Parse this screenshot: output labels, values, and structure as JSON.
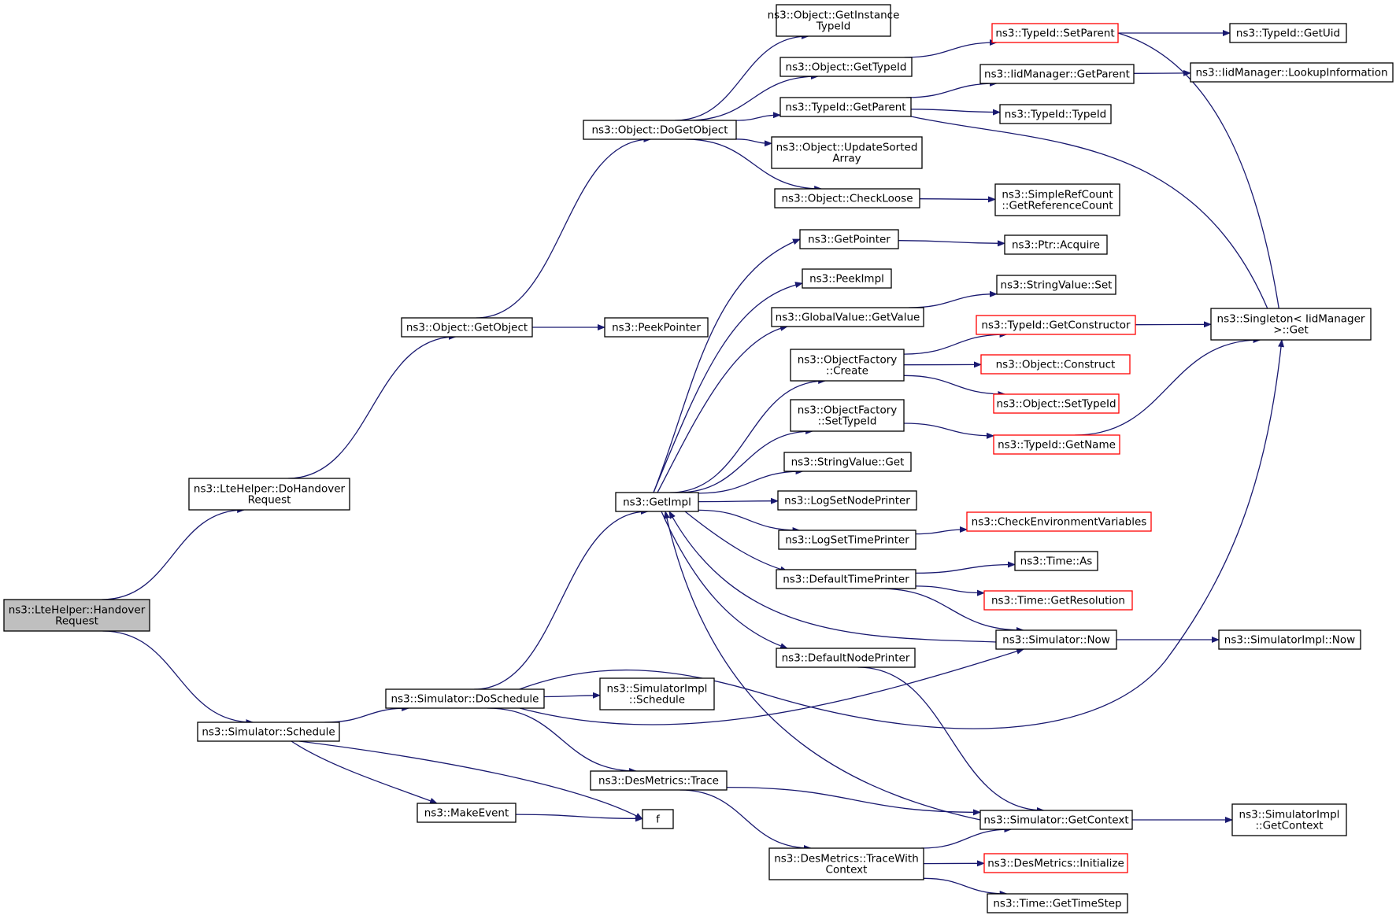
{
  "colors": {
    "edge": "#191970",
    "node_border": "#000000",
    "truncated_node_border": "#ff0000",
    "root_fill": "#bfbfbf",
    "node_fill": "#ffffff"
  },
  "nodes": [
    {
      "id": "n1",
      "lines": [
        "ns3::LteHelper::Handover",
        "Request"
      ],
      "style": "root"
    },
    {
      "id": "n2",
      "lines": [
        "ns3::LteHelper::DoHandover",
        "Request"
      ],
      "style": "normal"
    },
    {
      "id": "n3",
      "lines": [
        "ns3::Simulator::Schedule"
      ],
      "style": "normal"
    },
    {
      "id": "n4",
      "lines": [
        "ns3::Object::GetObject"
      ],
      "style": "normal"
    },
    {
      "id": "n5",
      "lines": [
        "ns3::Simulator::DoSchedule"
      ],
      "style": "normal"
    },
    {
      "id": "n6",
      "lines": [
        "ns3::MakeEvent"
      ],
      "style": "normal"
    },
    {
      "id": "n7",
      "lines": [
        "f"
      ],
      "style": "normal"
    },
    {
      "id": "n8",
      "lines": [
        "ns3::Object::DoGetObject"
      ],
      "style": "normal"
    },
    {
      "id": "n9",
      "lines": [
        "ns3::PeekPointer"
      ],
      "style": "normal"
    },
    {
      "id": "n10",
      "lines": [
        "ns3::GetImpl"
      ],
      "style": "normal"
    },
    {
      "id": "n11",
      "lines": [
        "ns3::SimulatorImpl",
        "::Schedule"
      ],
      "style": "normal"
    },
    {
      "id": "n12",
      "lines": [
        "ns3::DesMetrics::Trace"
      ],
      "style": "normal"
    },
    {
      "id": "n13",
      "lines": [
        "ns3::Object::GetInstance",
        "TypeId"
      ],
      "style": "normal"
    },
    {
      "id": "n14",
      "lines": [
        "ns3::Object::GetTypeId"
      ],
      "style": "normal"
    },
    {
      "id": "n15",
      "lines": [
        "ns3::TypeId::GetParent"
      ],
      "style": "normal"
    },
    {
      "id": "n16",
      "lines": [
        "ns3::Object::UpdateSorted",
        "Array"
      ],
      "style": "normal"
    },
    {
      "id": "n17",
      "lines": [
        "ns3::Object::CheckLoose"
      ],
      "style": "normal"
    },
    {
      "id": "n18",
      "lines": [
        "ns3::GetPointer"
      ],
      "style": "normal"
    },
    {
      "id": "n19",
      "lines": [
        "ns3::PeekImpl"
      ],
      "style": "normal"
    },
    {
      "id": "n20",
      "lines": [
        "ns3::GlobalValue::GetValue"
      ],
      "style": "normal"
    },
    {
      "id": "n21",
      "lines": [
        "ns3::ObjectFactory",
        "::Create"
      ],
      "style": "normal"
    },
    {
      "id": "n22",
      "lines": [
        "ns3::ObjectFactory",
        "::SetTypeId"
      ],
      "style": "normal"
    },
    {
      "id": "n23",
      "lines": [
        "ns3::StringValue::Get"
      ],
      "style": "normal"
    },
    {
      "id": "n24",
      "lines": [
        "ns3::LogSetNodePrinter"
      ],
      "style": "normal"
    },
    {
      "id": "n25",
      "lines": [
        "ns3::LogSetTimePrinter"
      ],
      "style": "normal"
    },
    {
      "id": "n26",
      "lines": [
        "ns3::DefaultTimePrinter"
      ],
      "style": "normal"
    },
    {
      "id": "n27",
      "lines": [
        "ns3::DefaultNodePrinter"
      ],
      "style": "normal"
    },
    {
      "id": "n28",
      "lines": [
        "ns3::DesMetrics::TraceWith",
        "Context"
      ],
      "style": "normal"
    },
    {
      "id": "n29",
      "lines": [
        "ns3::TypeId::SetParent"
      ],
      "style": "red"
    },
    {
      "id": "n30",
      "lines": [
        "ns3::IidManager::GetParent"
      ],
      "style": "normal"
    },
    {
      "id": "n31",
      "lines": [
        "ns3::TypeId::TypeId"
      ],
      "style": "normal"
    },
    {
      "id": "n32",
      "lines": [
        "ns3::SimpleRefCount",
        "::GetReferenceCount"
      ],
      "style": "normal"
    },
    {
      "id": "n33",
      "lines": [
        "ns3::Ptr::Acquire"
      ],
      "style": "normal"
    },
    {
      "id": "n34",
      "lines": [
        "ns3::StringValue::Set"
      ],
      "style": "normal"
    },
    {
      "id": "n35",
      "lines": [
        "ns3::TypeId::GetConstructor"
      ],
      "style": "red"
    },
    {
      "id": "n36",
      "lines": [
        "ns3::Object::Construct"
      ],
      "style": "red"
    },
    {
      "id": "n37",
      "lines": [
        "ns3::Object::SetTypeId"
      ],
      "style": "red"
    },
    {
      "id": "n38",
      "lines": [
        "ns3::TypeId::GetName"
      ],
      "style": "red"
    },
    {
      "id": "n39",
      "lines": [
        "ns3::CheckEnvironmentVariables"
      ],
      "style": "red"
    },
    {
      "id": "n40",
      "lines": [
        "ns3::Time::As"
      ],
      "style": "normal"
    },
    {
      "id": "n41",
      "lines": [
        "ns3::Time::GetResolution"
      ],
      "style": "red"
    },
    {
      "id": "n42",
      "lines": [
        "ns3::Simulator::Now"
      ],
      "style": "normal"
    },
    {
      "id": "n43",
      "lines": [
        "ns3::Simulator::GetContext"
      ],
      "style": "normal"
    },
    {
      "id": "n44",
      "lines": [
        "ns3::DesMetrics::Initialize"
      ],
      "style": "red"
    },
    {
      "id": "n45",
      "lines": [
        "ns3::Time::GetTimeStep"
      ],
      "style": "normal"
    },
    {
      "id": "n46",
      "lines": [
        "ns3::TypeId::GetUid"
      ],
      "style": "normal"
    },
    {
      "id": "n47",
      "lines": [
        "ns3::IidManager::LookupInformation"
      ],
      "style": "normal"
    },
    {
      "id": "n48",
      "lines": [
        "ns3::Singleton< IidManager",
        ">::Get"
      ],
      "style": "normal"
    },
    {
      "id": "n49",
      "lines": [
        "ns3::SimulatorImpl::Now"
      ],
      "style": "normal"
    },
    {
      "id": "n50",
      "lines": [
        "ns3::SimulatorImpl",
        "::GetContext"
      ],
      "style": "normal"
    }
  ],
  "edges": [
    {
      "from": "n1",
      "to": "n2"
    },
    {
      "from": "n1",
      "to": "n3"
    },
    {
      "from": "n2",
      "to": "n4"
    },
    {
      "from": "n4",
      "to": "n8"
    },
    {
      "from": "n4",
      "to": "n9"
    },
    {
      "from": "n8",
      "to": "n13"
    },
    {
      "from": "n8",
      "to": "n14"
    },
    {
      "from": "n8",
      "to": "n15"
    },
    {
      "from": "n8",
      "to": "n16"
    },
    {
      "from": "n8",
      "to": "n17"
    },
    {
      "from": "n14",
      "to": "n29"
    },
    {
      "from": "n29",
      "to": "n46"
    },
    {
      "from": "n29",
      "to": "n48"
    },
    {
      "from": "n15",
      "to": "n30"
    },
    {
      "from": "n15",
      "to": "n31"
    },
    {
      "from": "n15",
      "to": "n48"
    },
    {
      "from": "n30",
      "to": "n47"
    },
    {
      "from": "n17",
      "to": "n32"
    },
    {
      "from": "n3",
      "to": "n5"
    },
    {
      "from": "n3",
      "to": "n6"
    },
    {
      "from": "n3",
      "to": "n7"
    },
    {
      "from": "n6",
      "to": "n7"
    },
    {
      "from": "n5",
      "to": "n10"
    },
    {
      "from": "n5",
      "to": "n11"
    },
    {
      "from": "n5",
      "to": "n12"
    },
    {
      "from": "n5",
      "to": "n42"
    },
    {
      "from": "n5",
      "to": "n48"
    },
    {
      "from": "n10",
      "to": "n18"
    },
    {
      "from": "n10",
      "to": "n19"
    },
    {
      "from": "n10",
      "to": "n20"
    },
    {
      "from": "n10",
      "to": "n21"
    },
    {
      "from": "n10",
      "to": "n22"
    },
    {
      "from": "n10",
      "to": "n23"
    },
    {
      "from": "n10",
      "to": "n24"
    },
    {
      "from": "n10",
      "to": "n25"
    },
    {
      "from": "n10",
      "to": "n26"
    },
    {
      "from": "n10",
      "to": "n27"
    },
    {
      "from": "n18",
      "to": "n33"
    },
    {
      "from": "n20",
      "to": "n34"
    },
    {
      "from": "n21",
      "to": "n35"
    },
    {
      "from": "n21",
      "to": "n36"
    },
    {
      "from": "n21",
      "to": "n37"
    },
    {
      "from": "n35",
      "to": "n48"
    },
    {
      "from": "n22",
      "to": "n38"
    },
    {
      "from": "n38",
      "to": "n48"
    },
    {
      "from": "n25",
      "to": "n39"
    },
    {
      "from": "n26",
      "to": "n40"
    },
    {
      "from": "n26",
      "to": "n41"
    },
    {
      "from": "n26",
      "to": "n42"
    },
    {
      "from": "n42",
      "to": "n10"
    },
    {
      "from": "n42",
      "to": "n49"
    },
    {
      "from": "n27",
      "to": "n43"
    },
    {
      "from": "n43",
      "to": "n10"
    },
    {
      "from": "n43",
      "to": "n50"
    },
    {
      "from": "n12",
      "to": "n43"
    },
    {
      "from": "n12",
      "to": "n28"
    },
    {
      "from": "n28",
      "to": "n43"
    },
    {
      "from": "n28",
      "to": "n44"
    },
    {
      "from": "n28",
      "to": "n45"
    }
  ]
}
